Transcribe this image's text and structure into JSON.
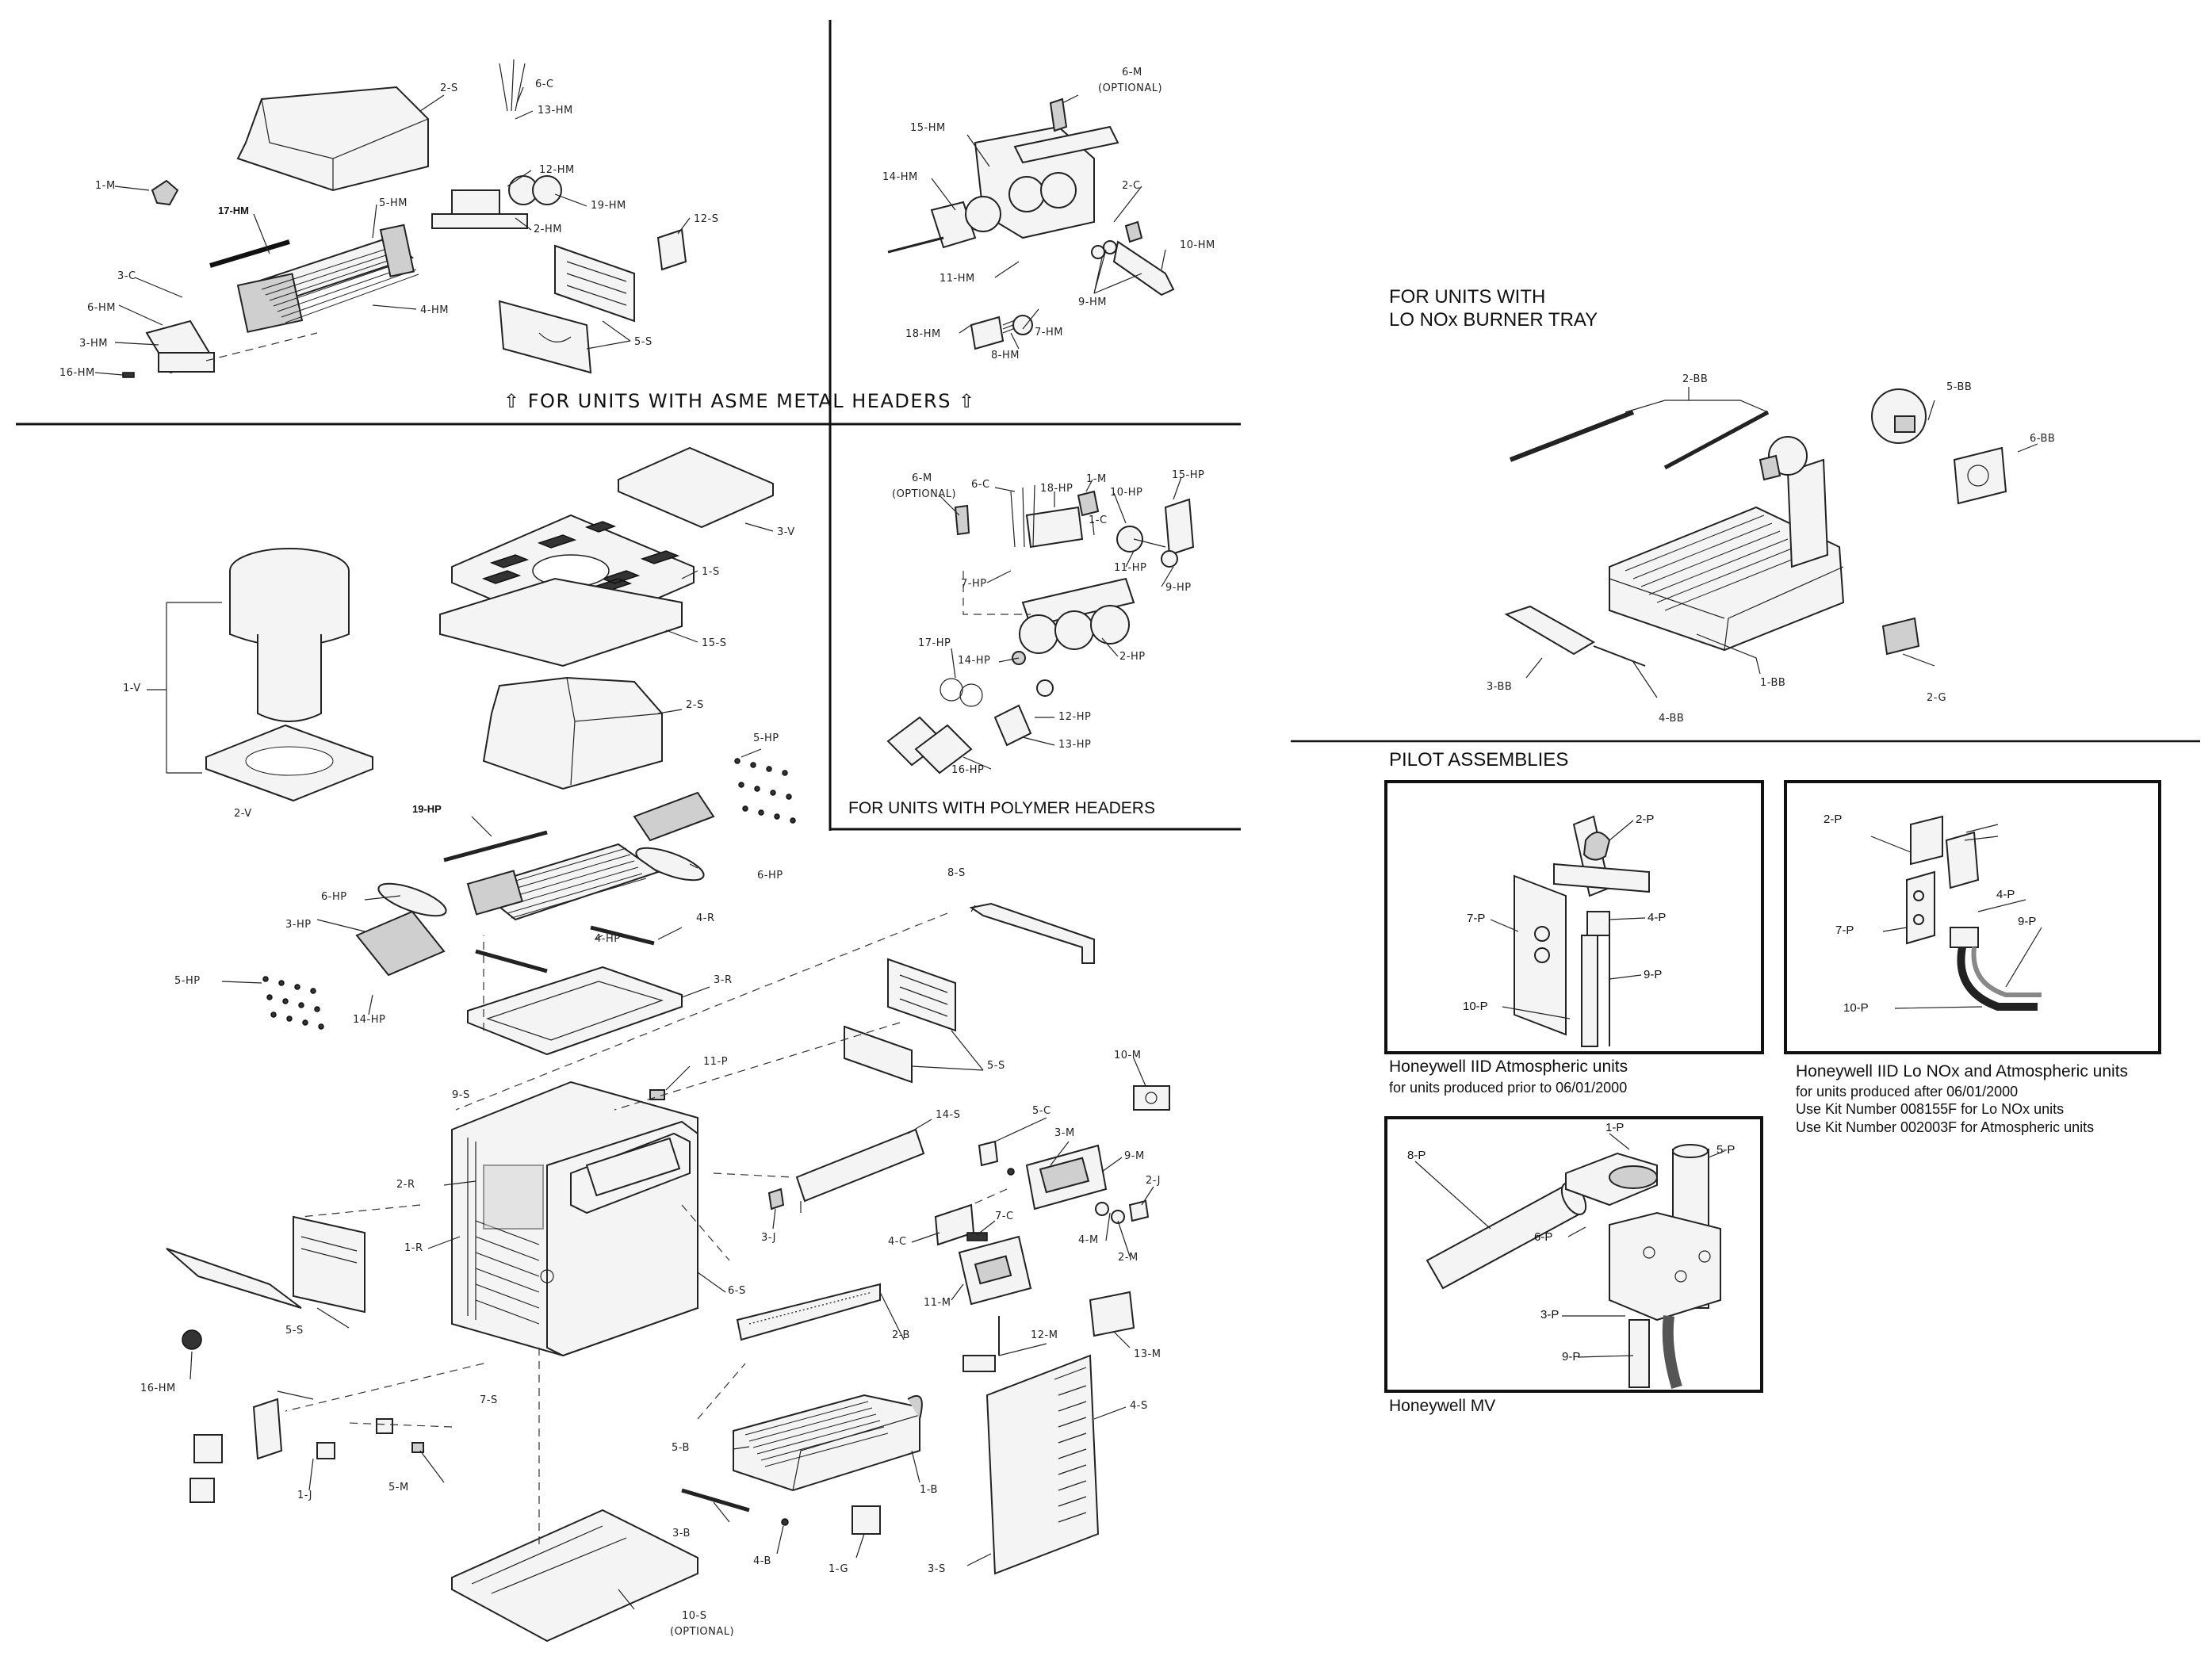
{
  "section_titles": {
    "asme": "FOR UNITS WITH ASME METAL HEADERS",
    "polymer": "FOR UNITS WITH POLYMER HEADERS",
    "lonox_line1": "FOR UNITS WITH",
    "lonox_line2": "LO NOx BURNER TRAY",
    "pilot": "PILOT ASSEMBLIES"
  },
  "pilot_captions": {
    "iid_atm_title": "Honeywell IID Atmospheric units",
    "iid_atm_sub": "for units produced prior to 06/01/2000",
    "iid_lonox_title": "Honeywell IID Lo NOx and Atmospheric units",
    "iid_lonox_sub1": "for units produced after 06/01/2000",
    "iid_lonox_sub2": "Use Kit Number 008155F for Lo NOx units",
    "iid_lonox_sub3": "Use Kit Number 002003F for Atmospheric units",
    "mv_title": "Honeywell MV"
  },
  "asme_labels": [
    "2-S",
    "6-C",
    "13-HM",
    "12-HM",
    "19-HM",
    "2-HM",
    "1-M",
    "17-HM",
    "5-HM",
    "3-C",
    "6-HM",
    "3-HM",
    "16-HM",
    "4-HM",
    "12-S",
    "5-S"
  ],
  "asme_right_labels": [
    "6-M",
    "(OPTIONAL)",
    "15-HM",
    "14-HM",
    "2-C",
    "10-HM",
    "11-HM",
    "9-HM",
    "18-HM",
    "7-HM",
    "8-HM"
  ],
  "polymer_labels": [
    "6-M",
    "(OPTIONAL)",
    "6-C",
    "18-HP",
    "1-M",
    "10-HP",
    "15-HP",
    "1-C",
    "11-HP",
    "9-HP",
    "7-HP",
    "17-HP",
    "14-HP",
    "2-HP",
    "12-HP",
    "13-HP",
    "16-HP"
  ],
  "main_labels": [
    "3-V",
    "1-S",
    "15-S",
    "1-V",
    "2-S",
    "2-V",
    "5-HP",
    "19-HP",
    "6-HP",
    "6-HP",
    "3-HP",
    "4-HP",
    "4-R",
    "5-HP",
    "14-HP",
    "3-R",
    "8-S",
    "5-S",
    "11-P",
    "9-S",
    "10-M",
    "14-S",
    "5-C",
    "3-M",
    "9-M",
    "2-J",
    "2-R",
    "1-R",
    "3-J",
    "4-C",
    "7-C",
    "4-M",
    "2-M",
    "6-S",
    "5-S",
    "11-M",
    "2-B",
    "12-M",
    "13-M",
    "16-HM",
    "7-S",
    "4-S",
    "1-J",
    "5-M",
    "5-B",
    "1-B",
    "3-B",
    "4-B",
    "1-G",
    "3-S",
    "10-S",
    "(OPTIONAL)"
  ],
  "lonox_labels": [
    "2-BB",
    "5-BB",
    "6-BB",
    "1-BB",
    "3-BB",
    "4-BB",
    "2-G"
  ],
  "pilot_iid_atm_labels": [
    "2-P",
    "7-P",
    "4-P",
    "9-P",
    "10-P"
  ],
  "pilot_iid_lonox_labels": [
    "2-P",
    "4-P",
    "7-P",
    "9-P",
    "10-P"
  ],
  "pilot_mv_labels": [
    "1-P",
    "8-P",
    "5-P",
    "6-P",
    "3-P",
    "9-P"
  ]
}
